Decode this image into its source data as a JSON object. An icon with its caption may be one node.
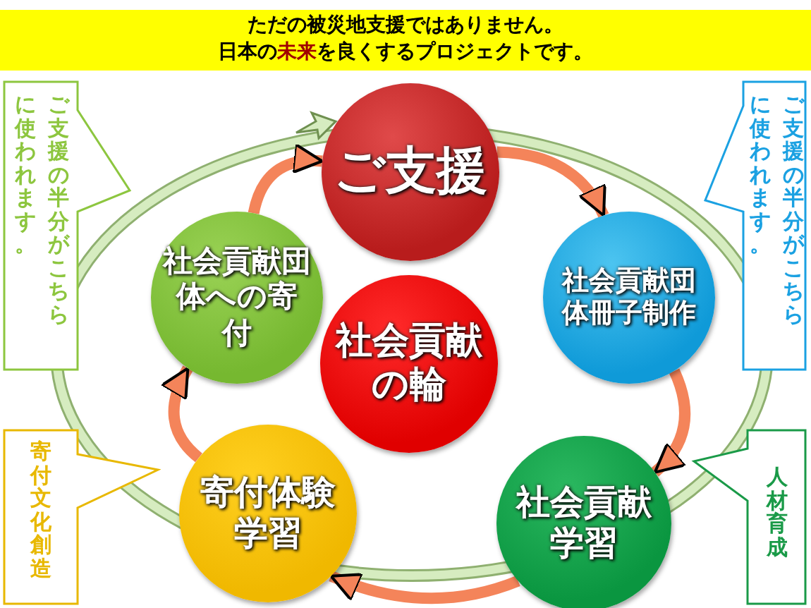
{
  "diagram": {
    "title": "ただの被災地支援ではありません。",
    "nodes": [
      {
        "text": [
          "ご支援"
        ]
      },
      {
        "text": [
          "社会貢献団体冊子制作"
        ]
      },
      {
        "text": [
          "社会貢献学習"
        ]
      },
      {
        "text": [
          "寄付体験学習"
        ]
      },
      {
        "text": [
          "社会貢献団体への寄付"
        ]
      },
      {
        "text": [
          "社会貢献の輪"
        ]
      },
      {
        "text": [
          "ご支援の半分がこちらに使われます。"
        ]
      },
      {
        "text": [
          "ご支援の半分がこちらに使われます。"
        ]
      },
      {
        "text": [
          "寄付文化創造"
        ]
      },
      {
        "text": [
          "人材育成"
        ]
      }
    ],
    "edges": [
      {
        "from": 4,
        "to": 0,
        "arrow": "to"
      },
      {
        "from": 0,
        "to": 1,
        "arrow": "to"
      },
      {
        "from": 1,
        "to": 2,
        "arrow": "to"
      },
      {
        "from": 2,
        "to": 3,
        "arrow": "to"
      },
      {
        "from": 3,
        "to": 4,
        "arrow": "to"
      }
    ],
    "labels": [
      "日本の**未来**を良くするプロジェクトです。"
    ]
  }
}
